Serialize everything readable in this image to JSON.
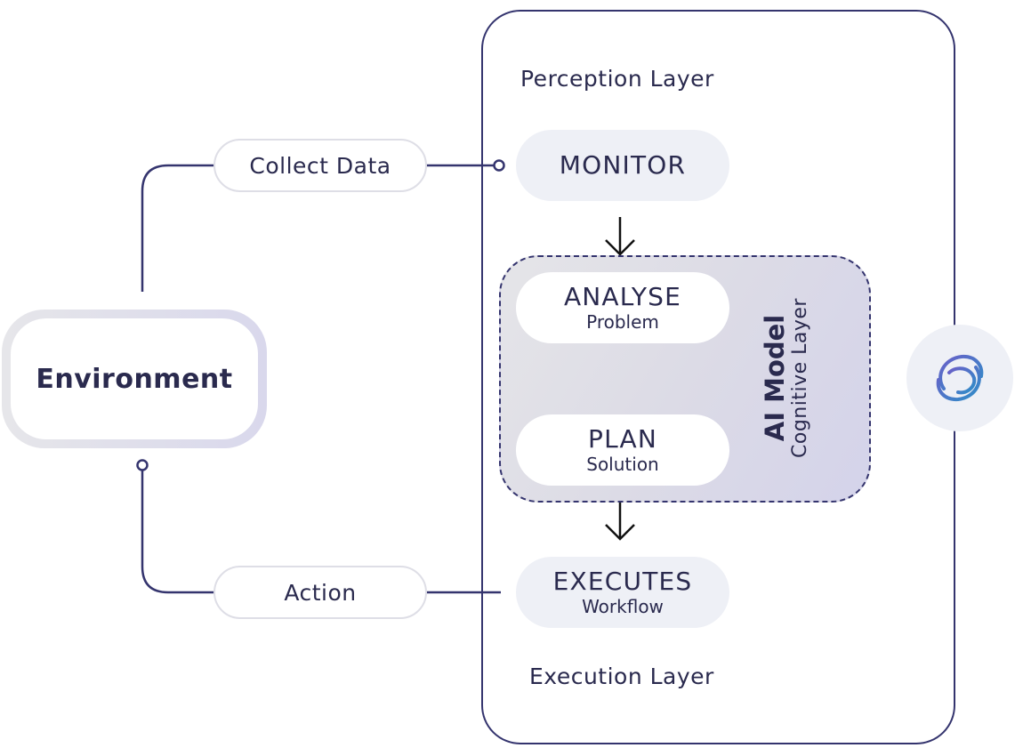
{
  "environment": {
    "label": "Environment"
  },
  "edges": {
    "collect": {
      "label": "Collect Data"
    },
    "action": {
      "label": "Action"
    }
  },
  "layers": {
    "perception": "Perception Layer",
    "execution": "Execution Layer",
    "cognitive": {
      "title": "AI Model",
      "subtitle": "Cognitive Layer"
    }
  },
  "steps": {
    "monitor": {
      "title": "MONITOR"
    },
    "analyse": {
      "title": "ANALYSE",
      "sub": "Problem"
    },
    "plan": {
      "title": "PLAN",
      "sub": "Solution"
    },
    "executes": {
      "title": "EXECUTES",
      "sub": "Workflow"
    }
  },
  "colors": {
    "line": "#34346e",
    "text": "#2a2a4e",
    "pill_grey": "#eef0f6",
    "logo_gradient": [
      "#6a5fc8",
      "#2f8ec8"
    ]
  },
  "icons": {
    "logo": "ring-logo-icon"
  }
}
